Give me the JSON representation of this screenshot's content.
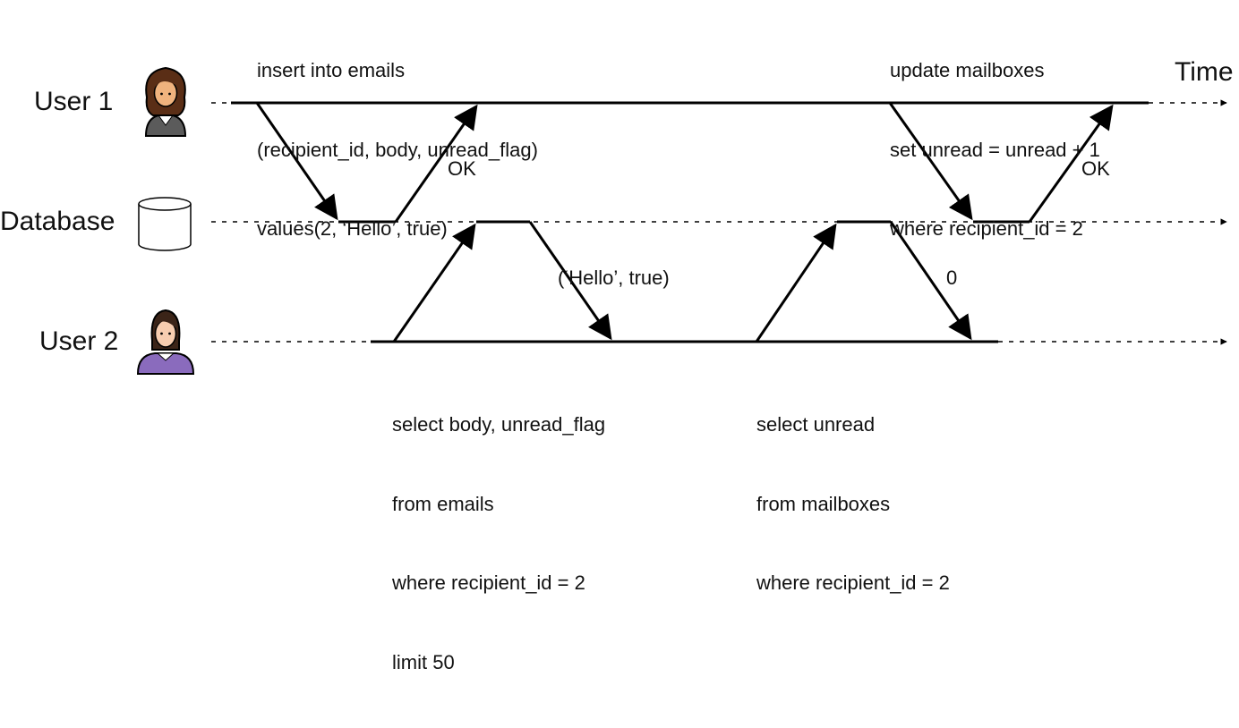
{
  "lanes": {
    "user1": "User 1",
    "database": "Database",
    "user2": "User 2"
  },
  "time_label": "Time",
  "queries": {
    "insert": [
      "insert into emails",
      "(recipient_id, body, unread_flag)",
      "values(2, ‘Hello’, true)"
    ],
    "update": [
      "update mailboxes",
      "set unread = unread + 1",
      "where recipient_id = 2"
    ],
    "select_emails": [
      "select body, unread_flag",
      "from emails",
      "where recipient_id = 2",
      "limit 50"
    ],
    "select_unread": [
      "select unread",
      "from mailboxes",
      "where recipient_id = 2"
    ]
  },
  "responses": {
    "ok_insert": "OK",
    "ok_update": "OK",
    "select_emails_result": "(‘Hello’, true)",
    "select_unread_result": "0"
  },
  "icons": {
    "user1": "female-user-icon",
    "database": "database-icon",
    "user2": "female-user-icon"
  },
  "colors": {
    "user1_shirt": "#5b5b5b",
    "user1_hair": "#5a2e16",
    "user1_skin": "#f0b37e",
    "user2_shirt": "#8a6bbd",
    "user2_hair": "#3b2418",
    "user2_skin": "#f7cdb0",
    "line": "#000000"
  }
}
